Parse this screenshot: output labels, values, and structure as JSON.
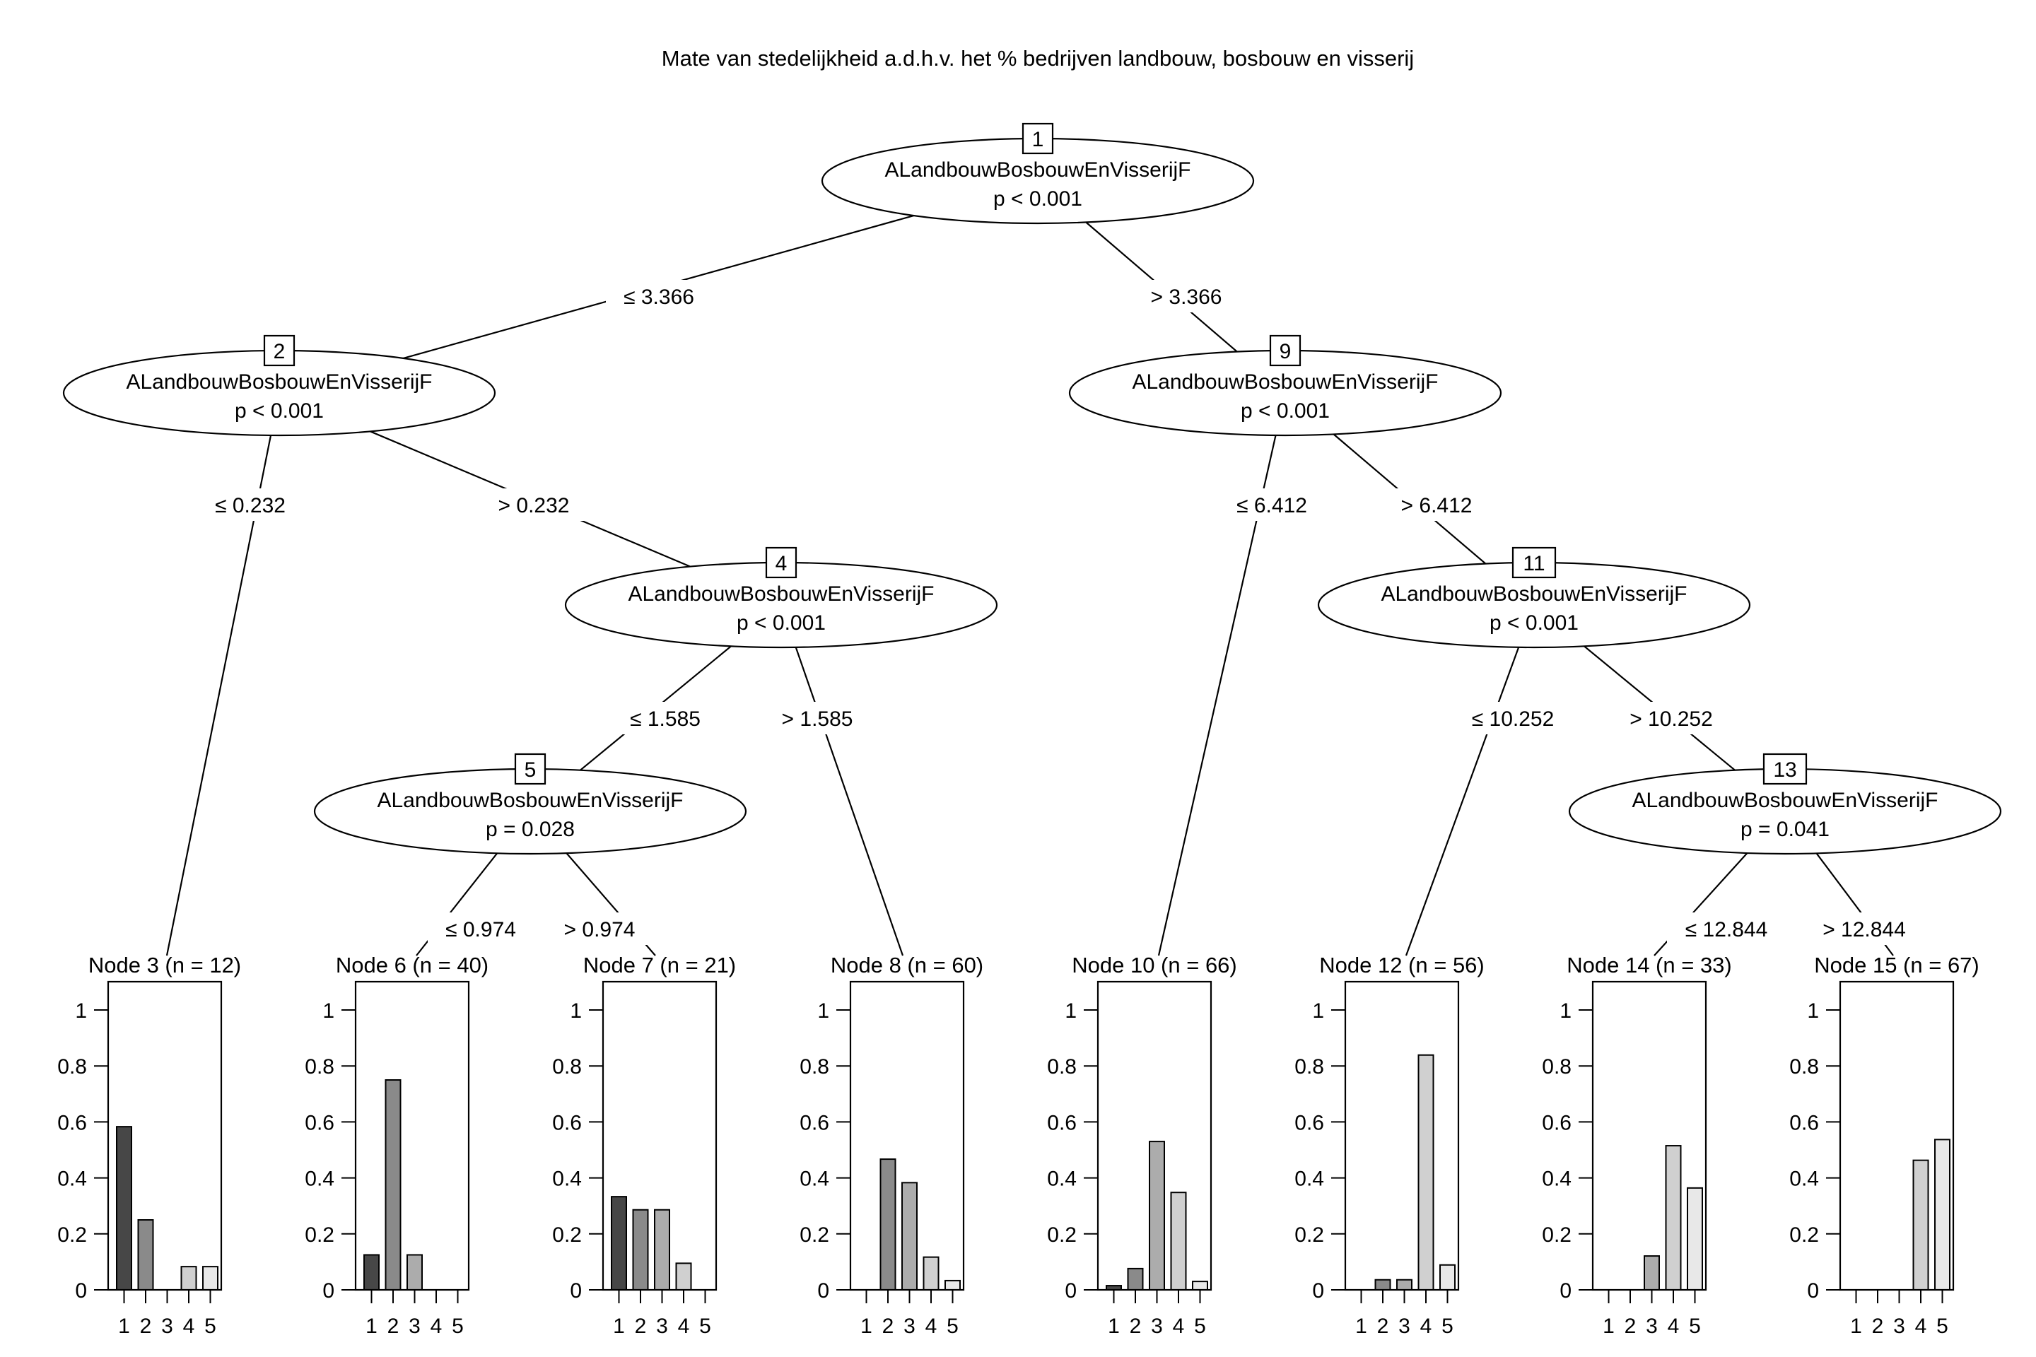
{
  "title": "Mate van stedelijkheid a.d.h.v. het % bedrijven landbouw, bosbouw en visserij",
  "tree": {
    "nodes": [
      {
        "id": "1",
        "variable": "ALandbouwBosbouwEnVisserijF",
        "p_value": "p < 0.001"
      },
      {
        "id": "2",
        "variable": "ALandbouwBosbouwEnVisserijF",
        "p_value": "p < 0.001"
      },
      {
        "id": "4",
        "variable": "ALandbouwBosbouwEnVisserijF",
        "p_value": "p < 0.001"
      },
      {
        "id": "5",
        "variable": "ALandbouwBosbouwEnVisserijF",
        "p_value": "p = 0.028"
      },
      {
        "id": "9",
        "variable": "ALandbouwBosbouwEnVisserijF",
        "p_value": "p < 0.001"
      },
      {
        "id": "11",
        "variable": "ALandbouwBosbouwEnVisserijF",
        "p_value": "p < 0.001"
      },
      {
        "id": "13",
        "variable": "ALandbouwBosbouwEnVisserijF",
        "p_value": "p = 0.041"
      }
    ],
    "edges": [
      {
        "from": "1",
        "to": "2",
        "label": "≤ 3.366"
      },
      {
        "from": "1",
        "to": "9",
        "label": "> 3.366"
      },
      {
        "from": "2",
        "to": "3",
        "label": "≤ 0.232"
      },
      {
        "from": "2",
        "to": "4",
        "label": "> 0.232"
      },
      {
        "from": "4",
        "to": "5",
        "label": "≤ 1.585"
      },
      {
        "from": "4",
        "to": "8",
        "label": "> 1.585"
      },
      {
        "from": "5",
        "to": "6",
        "label": "≤ 0.974"
      },
      {
        "from": "5",
        "to": "7",
        "label": "> 0.974"
      },
      {
        "from": "9",
        "to": "10",
        "label": "≤ 6.412"
      },
      {
        "from": "9",
        "to": "11",
        "label": "> 6.412"
      },
      {
        "from": "11",
        "to": "12",
        "label": "≤ 10.252"
      },
      {
        "from": "11",
        "to": "13",
        "label": "> 10.252"
      },
      {
        "from": "13",
        "to": "14",
        "label": "≤ 12.844"
      },
      {
        "from": "13",
        "to": "15",
        "label": "> 12.844"
      }
    ]
  },
  "chart_data": [
    {
      "type": "bar",
      "node_id": "3",
      "title": "Node 3 (n = 12)",
      "n": 12,
      "categories": [
        "1",
        "2",
        "3",
        "4",
        "5"
      ],
      "values": [
        0.583,
        0.25,
        0,
        0.083,
        0.083
      ],
      "ylim": [
        0,
        1.1
      ],
      "yticks": [
        0,
        0.2,
        0.4,
        0.6,
        0.8,
        1
      ],
      "ytick_labels": [
        "0",
        "0.2",
        "0.4",
        "0.6",
        "0.8",
        "1"
      ],
      "bar_colors": [
        "#474747",
        "#8A8A8A",
        "#ACACAC",
        "#D0D0D0",
        "#E8E8E8"
      ],
      "grid": false
    },
    {
      "type": "bar",
      "node_id": "6",
      "title": "Node 6 (n = 40)",
      "n": 40,
      "categories": [
        "1",
        "2",
        "3",
        "4",
        "5"
      ],
      "values": [
        0.125,
        0.75,
        0.125,
        0,
        0
      ],
      "ylim": [
        0,
        1.1
      ],
      "yticks": [
        0,
        0.2,
        0.4,
        0.6,
        0.8,
        1
      ],
      "ytick_labels": [
        "0",
        "0.2",
        "0.4",
        "0.6",
        "0.8",
        "1"
      ],
      "bar_colors": [
        "#474747",
        "#8A8A8A",
        "#ACACAC",
        "#D0D0D0",
        "#E8E8E8"
      ],
      "grid": false
    },
    {
      "type": "bar",
      "node_id": "7",
      "title": "Node 7 (n = 21)",
      "n": 21,
      "categories": [
        "1",
        "2",
        "3",
        "4",
        "5"
      ],
      "values": [
        0.333,
        0.286,
        0.286,
        0.095,
        0
      ],
      "ylim": [
        0,
        1.1
      ],
      "yticks": [
        0,
        0.2,
        0.4,
        0.6,
        0.8,
        1
      ],
      "ytick_labels": [
        "0",
        "0.2",
        "0.4",
        "0.6",
        "0.8",
        "1"
      ],
      "bar_colors": [
        "#474747",
        "#8A8A8A",
        "#ACACAC",
        "#D0D0D0",
        "#E8E8E8"
      ],
      "grid": false
    },
    {
      "type": "bar",
      "node_id": "8",
      "title": "Node 8 (n = 60)",
      "n": 60,
      "categories": [
        "1",
        "2",
        "3",
        "4",
        "5"
      ],
      "values": [
        0,
        0.467,
        0.383,
        0.117,
        0.033
      ],
      "ylim": [
        0,
        1.1
      ],
      "yticks": [
        0,
        0.2,
        0.4,
        0.6,
        0.8,
        1
      ],
      "ytick_labels": [
        "0",
        "0.2",
        "0.4",
        "0.6",
        "0.8",
        "1"
      ],
      "bar_colors": [
        "#474747",
        "#8A8A8A",
        "#ACACAC",
        "#D0D0D0",
        "#E8E8E8"
      ],
      "grid": false
    },
    {
      "type": "bar",
      "node_id": "10",
      "title": "Node 10 (n = 66)",
      "n": 66,
      "categories": [
        "1",
        "2",
        "3",
        "4",
        "5"
      ],
      "values": [
        0.015,
        0.076,
        0.53,
        0.348,
        0.03
      ],
      "ylim": [
        0,
        1.1
      ],
      "yticks": [
        0,
        0.2,
        0.4,
        0.6,
        0.8,
        1
      ],
      "ytick_labels": [
        "0",
        "0.2",
        "0.4",
        "0.6",
        "0.8",
        "1"
      ],
      "bar_colors": [
        "#474747",
        "#8A8A8A",
        "#ACACAC",
        "#D0D0D0",
        "#E8E8E8"
      ],
      "grid": false
    },
    {
      "type": "bar",
      "node_id": "12",
      "title": "Node 12 (n = 56)",
      "n": 56,
      "categories": [
        "1",
        "2",
        "3",
        "4",
        "5"
      ],
      "values": [
        0,
        0.036,
        0.036,
        0.839,
        0.089
      ],
      "ylim": [
        0,
        1.1
      ],
      "yticks": [
        0,
        0.2,
        0.4,
        0.6,
        0.8,
        1
      ],
      "ytick_labels": [
        "0",
        "0.2",
        "0.4",
        "0.6",
        "0.8",
        "1"
      ],
      "bar_colors": [
        "#474747",
        "#8A8A8A",
        "#ACACAC",
        "#D0D0D0",
        "#E8E8E8"
      ],
      "grid": false
    },
    {
      "type": "bar",
      "node_id": "14",
      "title": "Node 14 (n = 33)",
      "n": 33,
      "categories": [
        "1",
        "2",
        "3",
        "4",
        "5"
      ],
      "values": [
        0,
        0,
        0.121,
        0.515,
        0.364
      ],
      "ylim": [
        0,
        1.1
      ],
      "yticks": [
        0,
        0.2,
        0.4,
        0.6,
        0.8,
        1
      ],
      "ytick_labels": [
        "0",
        "0.2",
        "0.4",
        "0.6",
        "0.8",
        "1"
      ],
      "bar_colors": [
        "#474747",
        "#8A8A8A",
        "#ACACAC",
        "#D0D0D0",
        "#E8E8E8"
      ],
      "grid": false
    },
    {
      "type": "bar",
      "node_id": "15",
      "title": "Node 15 (n = 67)",
      "n": 67,
      "categories": [
        "1",
        "2",
        "3",
        "4",
        "5"
      ],
      "values": [
        0,
        0,
        0,
        0.463,
        0.537
      ],
      "ylim": [
        0,
        1.1
      ],
      "yticks": [
        0,
        0.2,
        0.4,
        0.6,
        0.8,
        1
      ],
      "ytick_labels": [
        "0",
        "0.2",
        "0.4",
        "0.6",
        "0.8",
        "1"
      ],
      "bar_colors": [
        "#474747",
        "#8A8A8A",
        "#ACACAC",
        "#D0D0D0",
        "#E8E8E8"
      ],
      "grid": false
    }
  ]
}
